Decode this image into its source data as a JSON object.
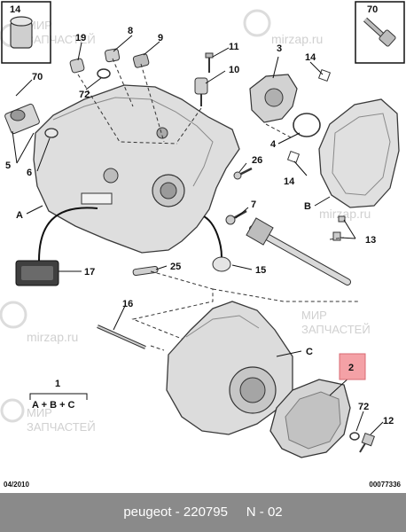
{
  "diagram": {
    "callouts": {
      "c14_box": "14",
      "c70_box": "70",
      "c8": "8",
      "c9": "9",
      "c19": "19",
      "c72": "72",
      "c70": "70",
      "c11": "11",
      "c10": "10",
      "c3": "3",
      "c14a": "14",
      "c4": "4",
      "c14b": "14",
      "c5": "5",
      "c6": "6",
      "c26": "26",
      "cB": "B",
      "c7": "7",
      "c13": "13",
      "cA": "A",
      "c17": "17",
      "c25": "25",
      "c15": "15",
      "c16": "16",
      "cC": "C",
      "c2": "2",
      "c72b": "72",
      "c12": "12"
    },
    "legend": {
      "top": "1",
      "bottom": "A + B + C"
    },
    "highlight_color": "#f4a1a6"
  },
  "watermark": {
    "site": "mirzap.ru",
    "line1": "МИР",
    "line2": "ЗАПЧАСТЕЙ"
  },
  "footer": {
    "date": "04/2010",
    "code": "00077336"
  },
  "caption": "peugeot - 220795     N - 02"
}
